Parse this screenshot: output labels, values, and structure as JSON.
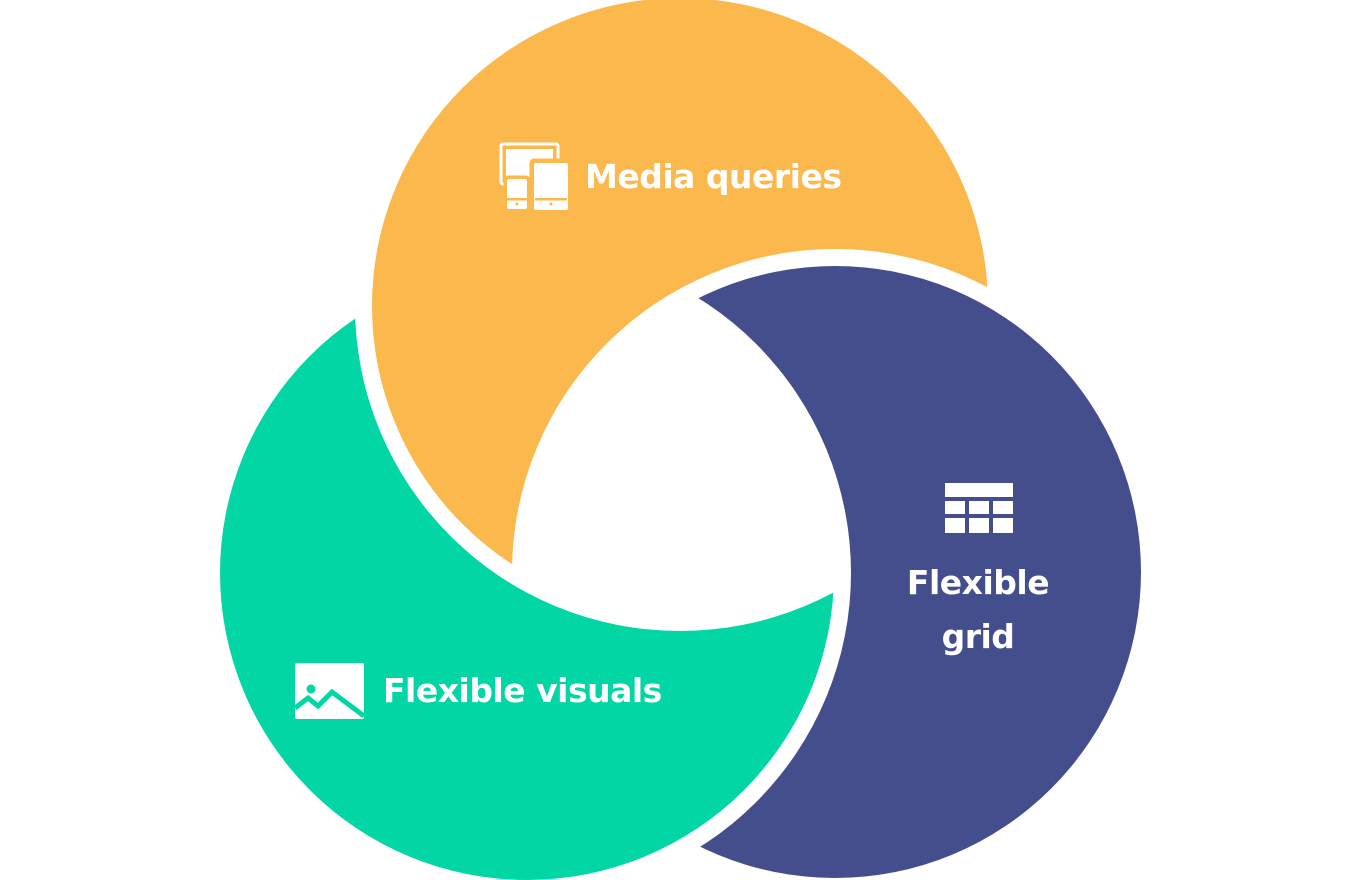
{
  "diagram": {
    "segments": [
      {
        "label": "Media queries",
        "icon": "devices-icon",
        "color": "#FBB84D"
      },
      {
        "label_line1": "Flexible",
        "label_line2": "grid",
        "icon": "grid-icon",
        "color": "#454E8C"
      },
      {
        "label": "Flexible visuals",
        "icon": "image-icon",
        "color": "#03D6A5"
      }
    ]
  }
}
